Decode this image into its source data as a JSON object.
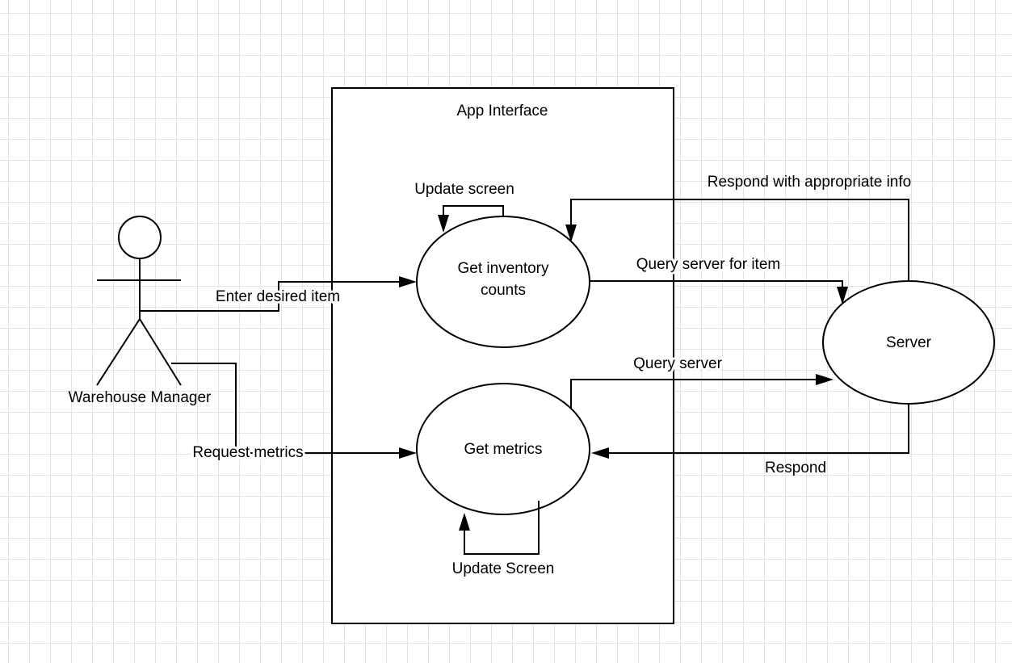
{
  "system_boundary": {
    "title": "App Interface"
  },
  "actors": {
    "manager": {
      "label": "Warehouse Manager"
    }
  },
  "use_cases": {
    "inventory": {
      "line1": "Get inventory",
      "line2": "counts"
    },
    "metrics": {
      "label": "Get metrics"
    },
    "server": {
      "label": "Server"
    }
  },
  "connectors": {
    "enter_item": "Enter desired item",
    "request_metrics": "Request metrics",
    "update_screen_top": "Update screen",
    "update_screen_bottom": "Update Screen",
    "query_item": "Query server for item",
    "query_server": "Query server",
    "respond_info": "Respond with appropriate info",
    "respond": "Respond"
  },
  "colors": {
    "stroke": "#000000",
    "background": "#ffffff",
    "grid": "#e3e3e3"
  }
}
